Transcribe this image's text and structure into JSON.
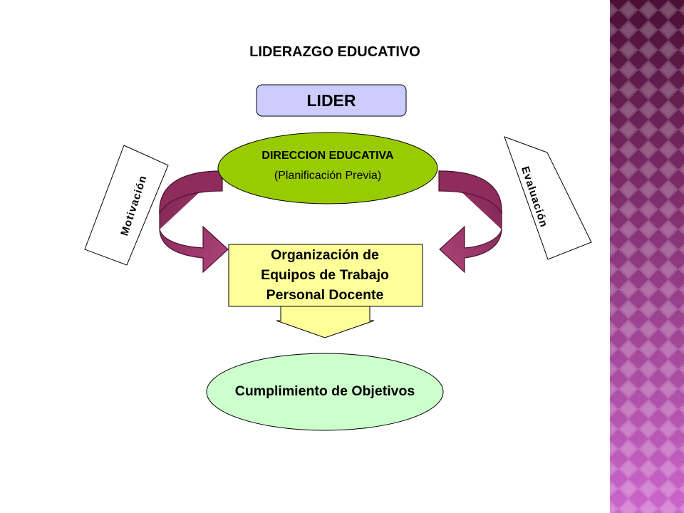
{
  "title": "LIDERAZGO EDUCATIVO",
  "nodes": {
    "lider": "LIDER",
    "direccion": {
      "line1": "DIRECCION EDUCATIVA",
      "line2": "(Planificación Previa)"
    },
    "organizacion": [
      "Organización de",
      "Equipos de Trabajo",
      "Personal Docente"
    ],
    "cumplimiento": "Cumplimiento de Objetivos"
  },
  "side_labels": {
    "left": "Motivación",
    "right": "Evaluación"
  },
  "colors": {
    "lider_fill": "#ccccff",
    "direccion_fill": "#99cc00",
    "organizacion_fill": "#ffff99",
    "cumplimiento_fill": "#ccffcc",
    "curved_arrow": "#993366",
    "down_arrow": "#ffff99",
    "side_panel_light": "#cc66cc",
    "side_panel_dark": "#4a0f35"
  }
}
